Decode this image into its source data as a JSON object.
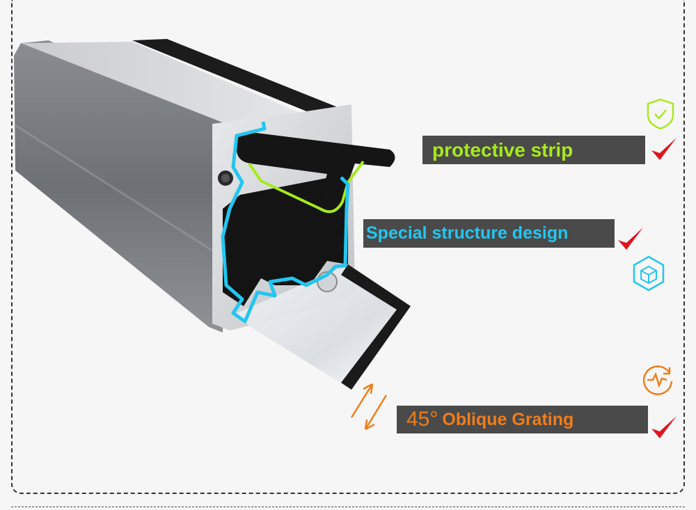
{
  "labels": {
    "protective_strip": "protective strip",
    "special_structure": "Special structure design",
    "grating_angle": "45°",
    "grating_text": "Oblique Grating"
  },
  "colors": {
    "strip_green": "#a6ea1b",
    "structure_cyan": "#22c6f0",
    "grating_orange": "#f07d1a",
    "check_red": "#e0141e",
    "label_bg": "#4a4a4a"
  },
  "icons": {
    "shield": "shield-check-icon",
    "cube": "cube-icon",
    "pulse": "heartbeat-refresh-icon",
    "check": "checkmark-icon",
    "arrows": "double-arrow-icon"
  }
}
